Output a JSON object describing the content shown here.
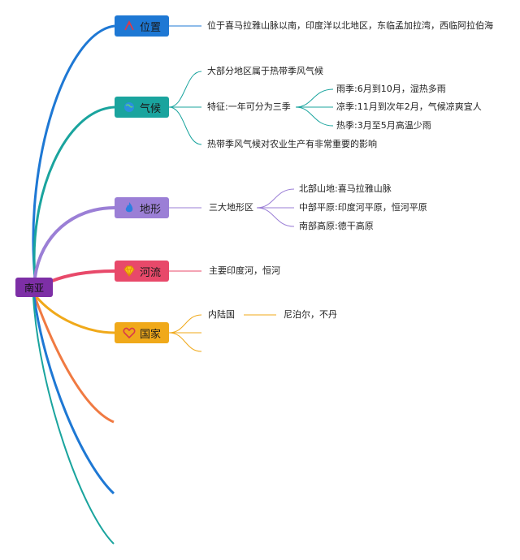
{
  "root": {
    "label": "南亚"
  },
  "colors": {
    "root": "#7d2fa6",
    "location": "#1e78d4",
    "climate": "#1aa49e",
    "terrain": "#9b7fd6",
    "rivers": "#e8496a",
    "countries": "#f0a91a",
    "extra_orange": "#f07a42",
    "extra_blue": "#1e78d4",
    "extra_teal": "#1aa49e"
  },
  "branches": {
    "location": {
      "label": "位置",
      "icon": "compass-icon",
      "detail": "位于喜马拉雅山脉以南，印度洋以北地区，东临孟加拉湾，西临阿拉伯海"
    },
    "climate": {
      "label": "气候",
      "icon": "globe-icon",
      "majority": "大部分地区属于热带季风气候",
      "feature": "特征:一年可分为三季",
      "seasons": [
        "雨季:6月到10月，湿热多雨",
        "凉季:11月到次年2月，气候凉爽宜人",
        "热季:3月至5月高温少雨"
      ],
      "influence": "热带季风气候对农业生产有非常重要的影响"
    },
    "terrain": {
      "label": "地形",
      "icon": "flame-icon",
      "summary": "三大地形区",
      "regions": [
        "北部山地:喜马拉雅山脉",
        "中部平原:印度河平原，恒河平原",
        "南部高原:德干高原"
      ]
    },
    "rivers": {
      "label": "河流",
      "icon": "diamond-icon",
      "detail": "主要印度河，恒河"
    },
    "countries": {
      "label": "国家",
      "icon": "heart-icon",
      "landlocked": "内陆国",
      "landlocked_list": "尼泊尔，不丹"
    }
  }
}
